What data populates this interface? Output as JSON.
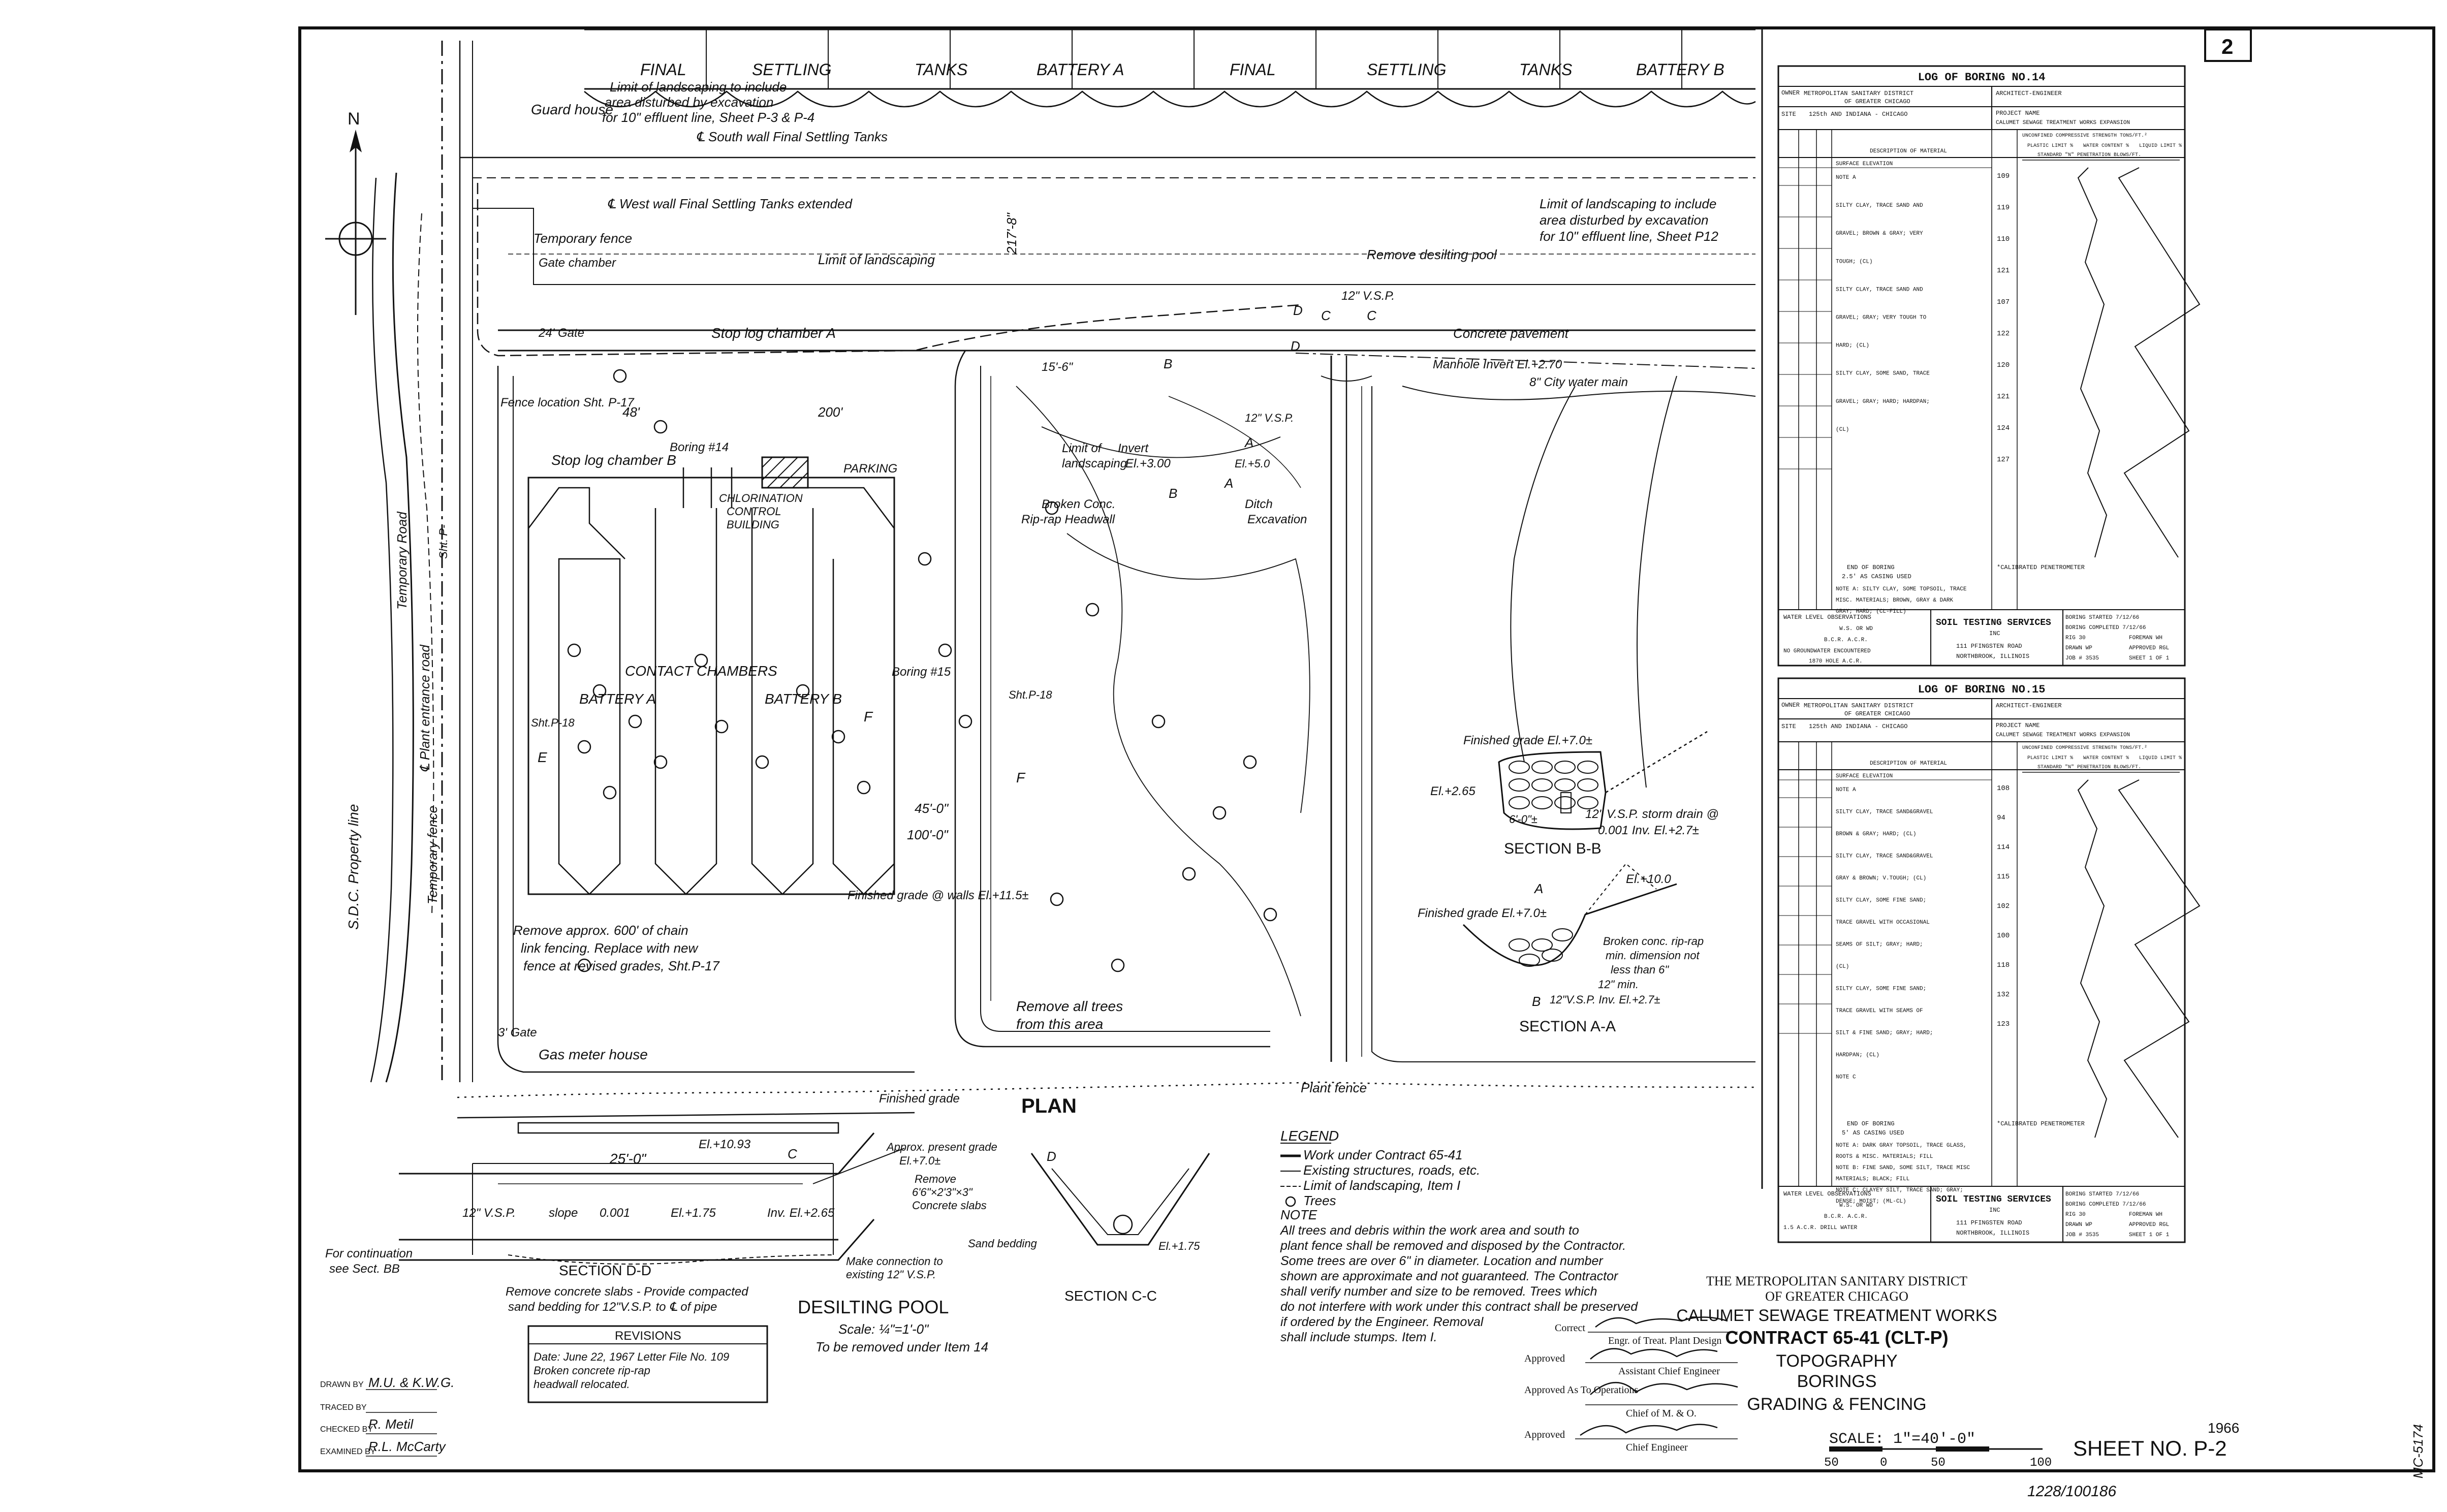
{
  "sheet_corner": "2",
  "north_arrow": "N",
  "tanks_header": {
    "left": [
      "FINAL",
      "SETTLING",
      "TANKS",
      "BATTERY A"
    ],
    "right": [
      "FINAL",
      "SETTLING",
      "TANKS",
      "BATTERY B"
    ]
  },
  "plan": {
    "title": "PLAN",
    "notes_tl": {
      "guard_house": "Guard house",
      "landscape_1": "Limit of landscaping to include",
      "landscape_2": "area disturbed by excavation",
      "landscape_3": "for 10\" effluent line, Sheet P-3 & P-4",
      "south_wall": "℄ South wall Final Settling Tanks",
      "west_wall": "℄ West wall Final Settling Tanks extended",
      "temp_fence": "Temporary fence",
      "gate_chamber": "Gate chamber",
      "limit_landscaping": "Limit of landscaping",
      "gate_24": "24' Gate",
      "stop_log_a": "Stop log chamber A",
      "fence_location": "Fence location Sht. P-17",
      "stop_log_b": "Stop log chamber B",
      "boring_14": "Boring #14",
      "chlorination_1": "CHLORINATION",
      "chlorination_2": "CONTROL",
      "chlorination_3": "BUILDING",
      "parking": "PARKING",
      "dim_48": "48'",
      "dim_200": "200'",
      "contact": "CONTACT   CHAMBERS",
      "battery_a": "BATTERY A",
      "battery_b": "BATTERY B",
      "sht_p18_left": "Sht.P-18",
      "sht_p18_right": "Sht.P-18",
      "section_e": "E",
      "section_f": "F",
      "boring_15": "Boring #15",
      "dim_45": "45'-0\"",
      "dim_100": "100'-0\"",
      "dim_217": "217'-8\"",
      "remove_fence_1": "Remove approx. 600' of chain",
      "remove_fence_2": "link fencing. Replace with new",
      "remove_fence_3": "fence at revised grades, Sht.P-17",
      "finished_grade_walls": "Finished grade @ walls El.+11.5±",
      "remove_trees_1": "Remove all trees",
      "remove_trees_2": "from this area",
      "gate_3": "3' Gate",
      "gas_meter": "Gas meter house",
      "plant_fence": "Plant fence",
      "property_line": "S.D.C. Property line",
      "temp_fence_vert": "Temporary fence",
      "temp_road": "Temporary Road",
      "plant_entrance": "℄ Plant entrance road",
      "sht_p_road": "Sht. P-",
      "remove_desilting": "Remove desilting pool",
      "vsp_12_top": "12\" V.S.P.",
      "vsp_12_mid": "12\" V.S.P.",
      "concrete_pavement": "Concrete pavement",
      "manhole": "Manhole Invert El.+2.70",
      "city_water": "8\" City water main",
      "dim_15_6": "15'-6\"",
      "limit_invert": "Limit of",
      "limit_invert_2": "landscaping",
      "invert": "Invert",
      "invert_el": "El.+3.00",
      "broken_conc_1": "Broken Conc.",
      "broken_conc_2": "Rip-rap Headwall",
      "ditch": "Ditch",
      "excavation": "Excavation",
      "el_50": "El.+5.0",
      "limit_right_1": "Limit of landscaping to include",
      "limit_right_2": "area disturbed by excavation",
      "limit_right_3": "for 10\" effluent line, Sheet P12",
      "label_b1": "B",
      "label_b2": "B",
      "label_a1": "A",
      "label_a2": "A",
      "label_c1": "C",
      "label_c2": "C",
      "label_d1": "D",
      "label_d2": "D",
      "label_f2": "F"
    }
  },
  "section_bb": {
    "title": "SECTION  B-B",
    "finished": "Finished grade El.+7.0±",
    "el_265": "El.+2.65",
    "dim": "6'-0\"±",
    "storm_1": "12\" V.S.P. storm drain @",
    "storm_2": "0.001  Inv. El.+2.7±"
  },
  "section_aa": {
    "title": "SECTION  A-A",
    "finished": "Finished grade El.+7.0±",
    "el_100": "El.+10.0",
    "riprap_1": "Broken conc. rip-rap",
    "riprap_2": "min. dimension not",
    "riprap_3": "less than 6\"",
    "min_12": "12\" min.",
    "inv": "12\"V.S.P.  Inv. El.+2.7±",
    "label_a": "A",
    "label_b": "B"
  },
  "desilting": {
    "el_1093": "El.+10.93",
    "finished_grade": "Finished grade",
    "dim_25": "25'-0\"",
    "approx_1": "Approx. present grade",
    "approx_2": "El.+7.0±",
    "remove_1": "Remove",
    "remove_2": "6'6\"×2'3\"×3\"",
    "remove_3": "Concrete slabs",
    "vsp": "12\" V.S.P.",
    "slope": "slope",
    "slope_val": "0.001",
    "el_175": "El.+1.75",
    "inv_el": "Inv. El.+2.65",
    "sand_bedding": "Sand bedding",
    "el_175b": "El.+1.75",
    "connection_1": "Make connection to",
    "connection_2": "existing 12\" V.S.P.",
    "continuation_1": "For continuation",
    "continuation_2": "see Sect. BB",
    "section_dd": "SECTION  D-D",
    "section_cc": "SECTION  C-C",
    "remove_slabs_1": "Remove concrete slabs - Provide compacted",
    "remove_slabs_2": "sand bedding for 12\"V.S.P. to ℄ of pipe",
    "title": "DESILTING  POOL",
    "scale": "Scale: ¼\"=1'-0\"",
    "remove_item": "To be removed under Item 14",
    "label_c": "C",
    "label_d": "D"
  },
  "legend": {
    "title": "LEGEND",
    "items": [
      "Work under Contract 65-41",
      "Existing structures, roads, etc.",
      "Limit of landscaping, Item I",
      "Trees"
    ],
    "note_title": "NOTE",
    "note_lines": [
      "All trees and debris within the work area and south to",
      "plant fence shall be removed and disposed by the Contractor.",
      "Some trees are over 6\" in diameter. Location and number",
      "shown are approximate and not guaranteed. The Contractor",
      "shall verify number and size to be removed. Trees which",
      "do not interfere with work under this contract shall be preserved",
      "if ordered by the Engineer. Removal",
      "shall include stumps. Item I."
    ]
  },
  "revisions": {
    "title": "REVISIONS",
    "line1": "Date: June 22, 1967  Letter File No. 109",
    "line2": "Broken concrete rip-rap",
    "line3": "headwall relocated."
  },
  "drawn": [
    {
      "label": "DRAWN BY",
      "value": "M.U. & K.W.G."
    },
    {
      "label": "TRACED BY",
      "value": ""
    },
    {
      "label": "CHECKED BY",
      "value": "R. Metil"
    },
    {
      "label": "EXAMINED BY",
      "value": "R.L. McCarty"
    }
  ],
  "approvals": [
    {
      "label": "Correct",
      "title": "Engr. of Treat. Plant Design"
    },
    {
      "label": "Approved",
      "title": "Assistant Chief Engineer"
    },
    {
      "label": "Approved As To Operations",
      "title": "Chief of M. & O."
    },
    {
      "label": "Approved",
      "title": "Chief Engineer"
    }
  ],
  "title_block": {
    "district_1": "THE METROPOLITAN SANITARY DISTRICT",
    "district_2": "OF GREATER CHICAGO",
    "works": "CALUMET SEWAGE TREATMENT WORKS",
    "contract": "CONTRACT 65-41 (CLT-P)",
    "t1": "TOPOGRAPHY",
    "t2": "BORINGS",
    "t3": "GRADING & FENCING",
    "scale": "SCALE: 1\"=40'-0\"",
    "scale_ticks": [
      "50",
      "0",
      "50",
      "100"
    ],
    "year": "1966",
    "sheet": "SHEET NO. P-2",
    "file_no": "1228/100186",
    "side_code": "MC-5174"
  },
  "borings": [
    {
      "title": "LOG OF BORING NO.14",
      "owner_label": "OWNER",
      "owner_1": "METROPOLITAN SANITARY DISTRICT",
      "owner_2": "OF GREATER CHICAGO",
      "architect": "ARCHITECT-ENGINEER",
      "site_label": "SITE",
      "site": "125th AND INDIANA - CHICAGO",
      "project_label": "PROJECT NAME",
      "project": "CALUMET SEWAGE TREATMENT WORKS EXPANSION",
      "strength_hdr": "UNCONFINED COMPRESSIVE STRENGTH TONS/FT.²",
      "desc_hdr": "DESCRIPTION OF MATERIAL",
      "plastic": "PLASTIC LIMIT %",
      "water": "WATER CONTENT %",
      "liquid": "LIQUID LIMIT %",
      "standard": "STANDARD \"N\" PENETRATION BLOWS/FT.",
      "surface": "SURFACE ELEVATION",
      "descriptions": [
        "NOTE A",
        "SILTY CLAY, TRACE SAND AND",
        "GRAVEL; BROWN & GRAY; VERY",
        "TOUGH; (CL)",
        "SILTY CLAY, TRACE SAND AND",
        "GRAVEL; GRAY; VERY TOUGH TO",
        "HARD; (CL)",
        "SILTY CLAY, SOME SAND, TRACE",
        "GRAVEL; GRAY; HARD; HARDPAN;",
        "(CL)"
      ],
      "end": "END OF BORING",
      "end_2": "2.5' AS CASING USED",
      "calibrated": "*CALIBRATED PENETROMETER",
      "note": [
        "NOTE A: SILTY CLAY, SOME TOPSOIL, TRACE",
        "MISC. MATERIALS; BROWN, GRAY & DARK",
        "GRAY; HARD; (CL-FILL)"
      ],
      "values": [
        "109",
        "119",
        "110",
        "121",
        "107",
        "122",
        "120",
        "121",
        "124",
        "127"
      ],
      "water_level": "WATER LEVEL OBSERVATIONS",
      "ws": "W.S. OR WD",
      "bcr": "B.C.R.  A.C.R.",
      "groundwater": "NO GROUNDWATER ENCOUNTERED",
      "rig": "1870 HOLE A.C.R.",
      "company": "SOIL TESTING SERVICES",
      "company_inc": "INC",
      "addr_1": "111 PFINGSTEN ROAD",
      "addr_2": "NORTHBROOK, ILLINOIS",
      "started": "BORING STARTED  7/12/66",
      "completed": "BORING COMPLETED  7/12/66",
      "rig_no": "RIG  30",
      "drawn": "DRAWN  WP",
      "job": "JOB #  3535",
      "foreman": "FOREMAN  WH",
      "approved": "APPROVED  RGL",
      "sheet": "SHEET 1 OF 1"
    },
    {
      "title": "LOG OF BORING NO.15",
      "owner_label": "OWNER",
      "owner_1": "METROPOLITAN SANITARY DISTRICT",
      "owner_2": "OF GREATER CHICAGO",
      "architect": "ARCHITECT-ENGINEER",
      "site_label": "SITE",
      "site": "125th AND INDIANA - CHICAGO",
      "project_label": "PROJECT NAME",
      "project": "CALUMET SEWAGE TREATMENT WORKS EXPANSION",
      "strength_hdr": "UNCONFINED COMPRESSIVE STRENGTH TONS/FT.²",
      "desc_hdr": "DESCRIPTION OF MATERIAL",
      "plastic": "PLASTIC LIMIT %",
      "water": "WATER CONTENT %",
      "liquid": "LIQUID LIMIT %",
      "standard": "STANDARD \"N\" PENETRATION BLOWS/FT.",
      "surface": "SURFACE ELEVATION",
      "descriptions": [
        "NOTE A",
        "SILTY CLAY, TRACE SAND&GRAVEL",
        "BROWN & GRAY; HARD; (CL)",
        "SILTY CLAY, TRACE SAND&GRAVEL",
        "GRAY & BROWN; V.TOUGH; (CL)",
        "SILTY CLAY, SOME FINE SAND;",
        "TRACE GRAVEL WITH OCCASIONAL",
        "SEAMS OF SILT; GRAY; HARD;",
        "(CL)",
        "SILTY CLAY, SOME FINE SAND;",
        "TRACE GRAVEL WITH SEAMS OF",
        "SILT & FINE SAND; GRAY; HARD;",
        "HARDPAN; (CL)",
        "NOTE C"
      ],
      "end": "END OF BORING",
      "end_2": "5' AS CASING USED",
      "calibrated": "*CALIBRATED PENETROMETER",
      "note": [
        "NOTE A: DARK GRAY TOPSOIL, TRACE GLASS,",
        "ROOTS & MISC. MATERIALS; FILL",
        "NOTE B: FINE SAND, SOME SILT, TRACE MISC",
        "MATERIALS; BLACK; FILL",
        "NOTE C: CLAYEY SILT, TRACE SAND; GRAY;",
        "DENSE; MOIST; (ML-CL)"
      ],
      "values": [
        "108",
        "94",
        "114",
        "115",
        "102",
        "100",
        "118",
        "132",
        "123"
      ],
      "water_level": "WATER LEVEL OBSERVATIONS",
      "ws": "W.S. OR WD",
      "bcr": "B.C.R.  A.C.R.",
      "groundwater": "1.5 A.C.R.  DRILL WATER",
      "rig": "",
      "company": "SOIL TESTING SERVICES",
      "company_inc": "INC",
      "addr_1": "111 PFINGSTEN ROAD",
      "addr_2": "NORTHBROOK, ILLINOIS",
      "started": "BORING STARTED  7/12/66",
      "completed": "BORING COMPLETED  7/12/66",
      "rig_no": "RIG  30",
      "drawn": "DRAWN  WP",
      "job": "JOB #  3535",
      "foreman": "FOREMAN  WH",
      "approved": "APPROVED  RGL",
      "sheet": "SHEET 1 OF 1"
    }
  ]
}
